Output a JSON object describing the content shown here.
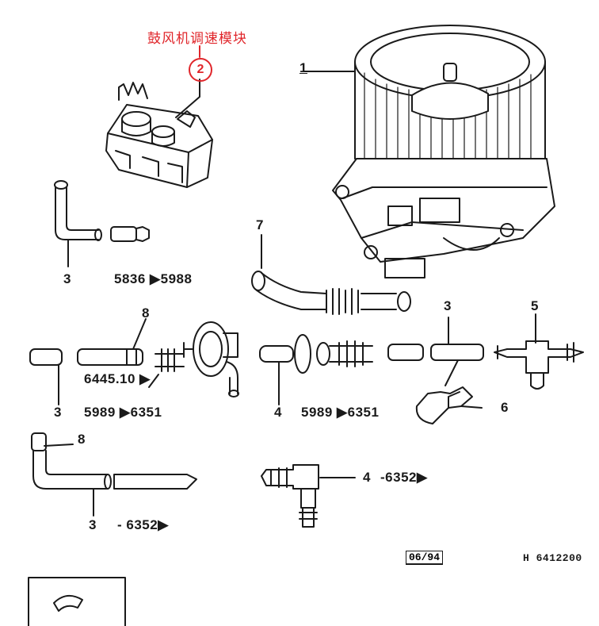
{
  "title": "鼓风机调速模块",
  "parts": {
    "p1": "1",
    "p2": "2",
    "p3a": "3",
    "p3b": "3",
    "p3c": "3",
    "p3d": "3",
    "p4a": "4",
    "p4b": "4",
    "p5": "5",
    "p6": "6",
    "p7": "7",
    "p8a": "8",
    "p8b": "8"
  },
  "ranges": {
    "r1": "5836 ▶5988",
    "r2": "6445.10 ▶",
    "r3": "5989 ▶6351",
    "r4": "5989 ▶6351",
    "r5": "- 6352▶",
    "r6": "-6352▶"
  },
  "footer": {
    "date": "06/94",
    "ref": "H 6412200"
  }
}
